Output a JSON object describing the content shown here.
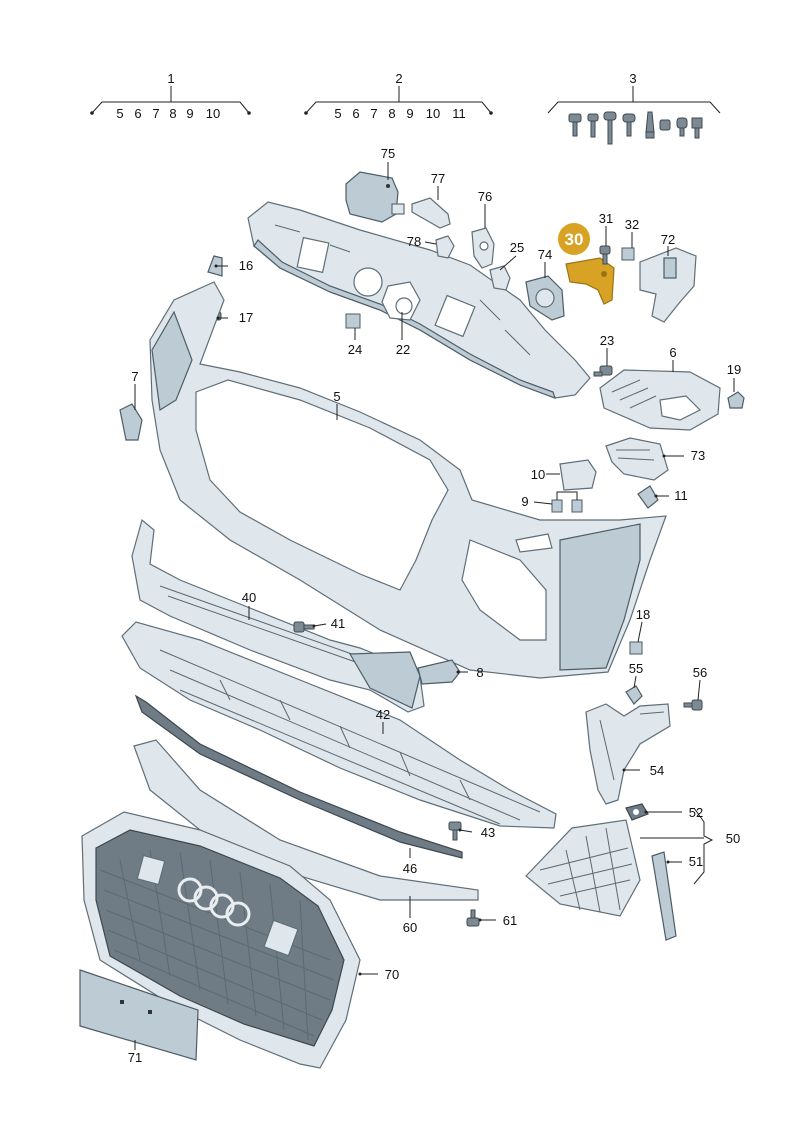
{
  "callouts": [
    {
      "text": "1"
    },
    {
      "text": "2"
    },
    {
      "text": "3"
    },
    {
      "text": "5"
    },
    {
      "text": "6"
    },
    {
      "text": "7"
    },
    {
      "text": "8"
    },
    {
      "text": "9"
    },
    {
      "text": "10"
    },
    {
      "text": "5"
    },
    {
      "text": "6"
    },
    {
      "text": "7"
    },
    {
      "text": "8"
    },
    {
      "text": "9"
    },
    {
      "text": "10"
    },
    {
      "text": "11"
    },
    {
      "text": "75"
    },
    {
      "text": "77"
    },
    {
      "text": "76"
    },
    {
      "text": "31"
    },
    {
      "text": "32"
    },
    {
      "text": "72"
    },
    {
      "text": "78"
    },
    {
      "text": "25"
    },
    {
      "text": "74"
    },
    {
      "text": "16"
    },
    {
      "text": "17"
    },
    {
      "text": "24"
    },
    {
      "text": "22"
    },
    {
      "text": "23"
    },
    {
      "text": "6"
    },
    {
      "text": "19"
    },
    {
      "text": "7"
    },
    {
      "text": "5"
    },
    {
      "text": "73"
    },
    {
      "text": "10"
    },
    {
      "text": "9"
    },
    {
      "text": "11"
    },
    {
      "text": "40"
    },
    {
      "text": "41"
    },
    {
      "text": "18"
    },
    {
      "text": "8"
    },
    {
      "text": "55"
    },
    {
      "text": "56"
    },
    {
      "text": "42"
    },
    {
      "text": "54"
    },
    {
      "text": "52"
    },
    {
      "text": "43"
    },
    {
      "text": "50"
    },
    {
      "text": "46"
    },
    {
      "text": "51"
    },
    {
      "text": "60"
    },
    {
      "text": "61"
    },
    {
      "text": "70"
    },
    {
      "text": "71"
    }
  ],
  "highlight": {
    "text": "30",
    "color": "#d8a224"
  }
}
